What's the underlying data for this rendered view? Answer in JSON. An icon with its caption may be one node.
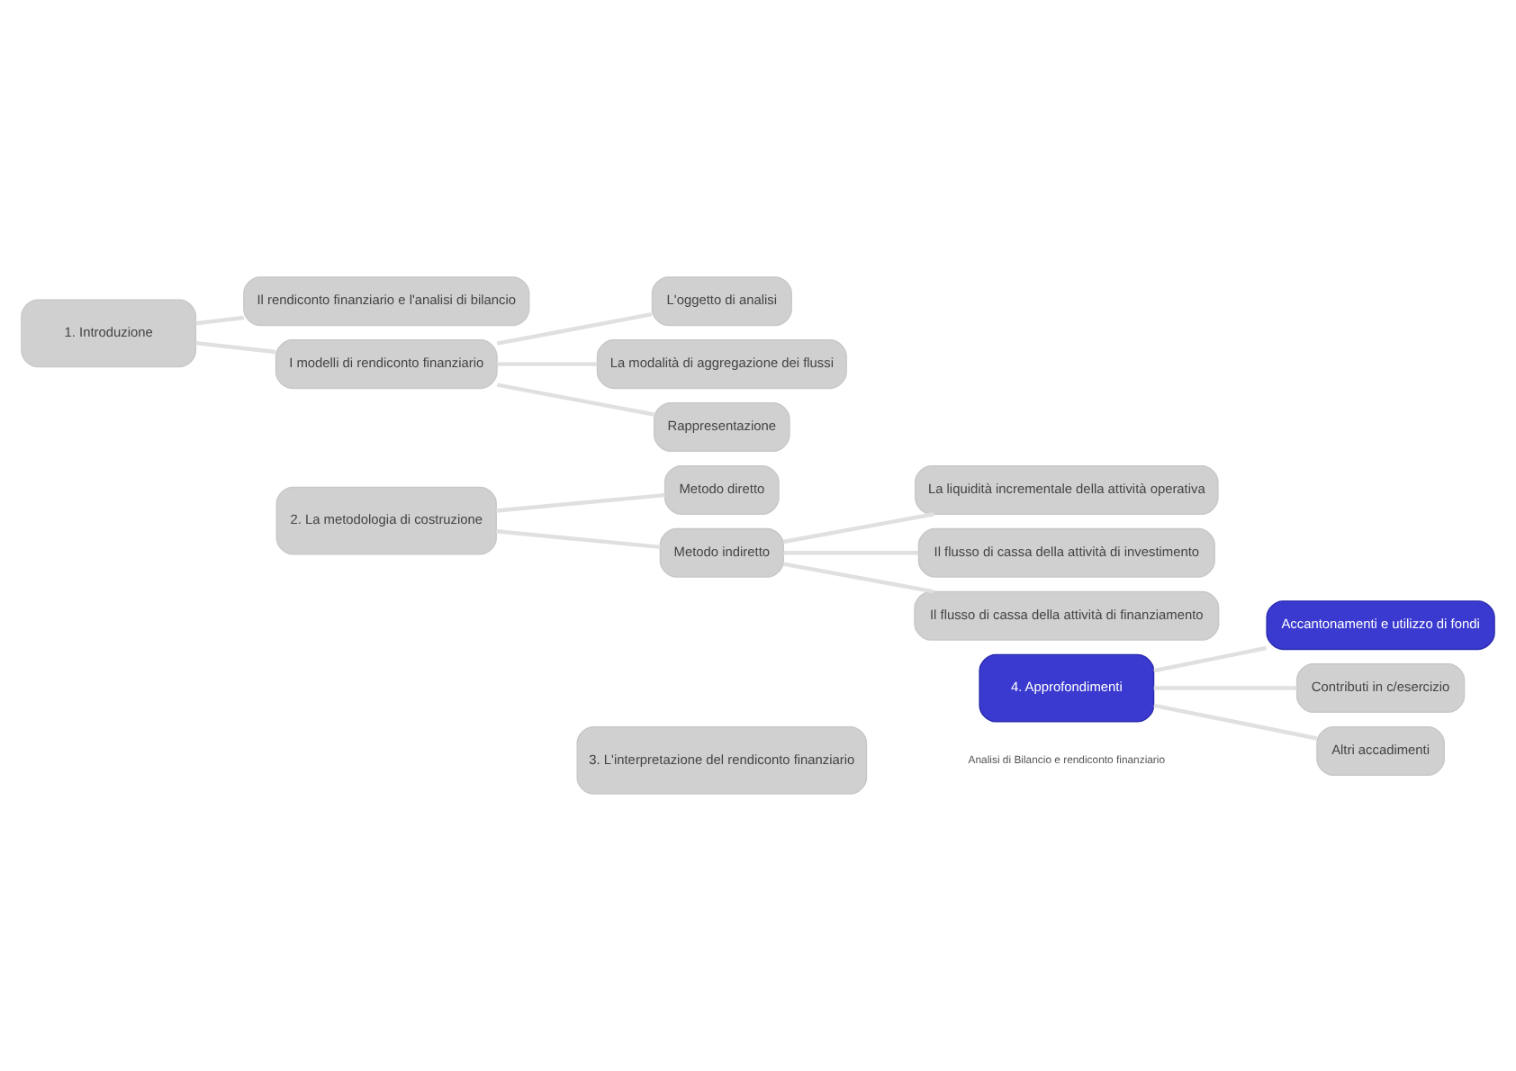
{
  "diagram": {
    "nodes": [
      {
        "text": [
          "1. Introduzione"
        ]
      },
      {
        "text": [
          "Il rendiconto finanziario e l'analisi di bilancio"
        ]
      },
      {
        "text": [
          "I modelli di rendiconto finanziario"
        ]
      },
      {
        "text": [
          "L'oggetto di analisi"
        ]
      },
      {
        "text": [
          "La modalità di aggregazione dei flussi"
        ]
      },
      {
        "text": [
          "Rappresentazione"
        ]
      },
      {
        "text": [
          "2. La metodologia di costruzione"
        ]
      },
      {
        "text": [
          "Metodo diretto"
        ]
      },
      {
        "text": [
          "Metodo indiretto"
        ]
      },
      {
        "text": [
          "La liquidità incrementale della attività operativa"
        ]
      },
      {
        "text": [
          "Il flusso di cassa della attività di investimento"
        ]
      },
      {
        "text": [
          "Il flusso di cassa della attività di finanziamento"
        ]
      },
      {
        "text": [
          "3. L'interpretazione del rendiconto finanziario"
        ]
      },
      {
        "text": [
          "4. Approfondimenti"
        ]
      },
      {
        "text": [
          "Accantonamenti e utilizzo di fondi"
        ]
      },
      {
        "text": [
          "Contributi in c/esercizio"
        ]
      },
      {
        "text": [
          "Altri accadimenti"
        ]
      }
    ],
    "edges": [
      {
        "from": 0,
        "to": 1,
        "arrow": "none"
      },
      {
        "from": 0,
        "to": 2,
        "arrow": "none"
      },
      {
        "from": 2,
        "to": 3,
        "arrow": "none"
      },
      {
        "from": 2,
        "to": 4,
        "arrow": "none"
      },
      {
        "from": 2,
        "to": 5,
        "arrow": "none"
      },
      {
        "from": 6,
        "to": 7,
        "arrow": "none"
      },
      {
        "from": 6,
        "to": 8,
        "arrow": "none"
      },
      {
        "from": 8,
        "to": 9,
        "arrow": "none"
      },
      {
        "from": 8,
        "to": 10,
        "arrow": "none"
      },
      {
        "from": 8,
        "to": 11,
        "arrow": "none"
      },
      {
        "from": 13,
        "to": 14,
        "arrow": "none"
      },
      {
        "from": 13,
        "to": 15,
        "arrow": "none"
      },
      {
        "from": 13,
        "to": 16,
        "arrow": "none"
      }
    ],
    "labels": [
      "Analisi di Bilancio e rendiconto finanziario"
    ]
  }
}
